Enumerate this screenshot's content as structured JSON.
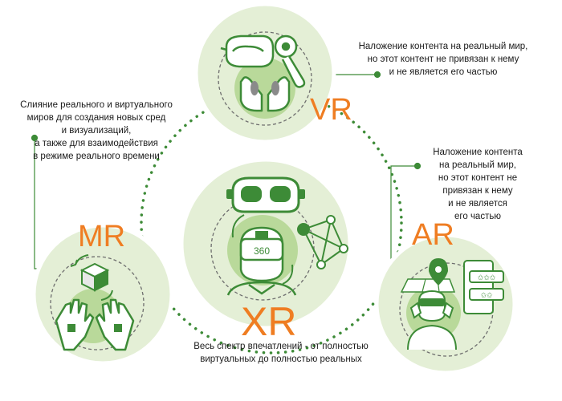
{
  "colors": {
    "brand_green": "#3d8b37",
    "light_green": "#dcebc9",
    "mid_green": "#b9d99a",
    "accent_orange": "#ef7d22"
  },
  "titles": {
    "vr": "VR",
    "mr": "MR",
    "ar": "AR",
    "xr": "XR"
  },
  "descriptions": {
    "vr": "Наложение контента на реальный мир,\nно этот контент не привязан к нему\nи не является его частью",
    "mr": "Слияние реального и виртуального\nмиров для создания новых сред\nи визуализаций,\nа также для взаимодействия\nв режиме реального времени",
    "ar": "Наложение контента\nна реальный мир,\nно этот контент не\nпривязан к нему\nи не является\nего частью",
    "xr": "Весь спектр впечатлений  - от полностью\nвиртуальных до полностью реальных"
  },
  "icon_labels": {
    "headset_360": "360"
  }
}
